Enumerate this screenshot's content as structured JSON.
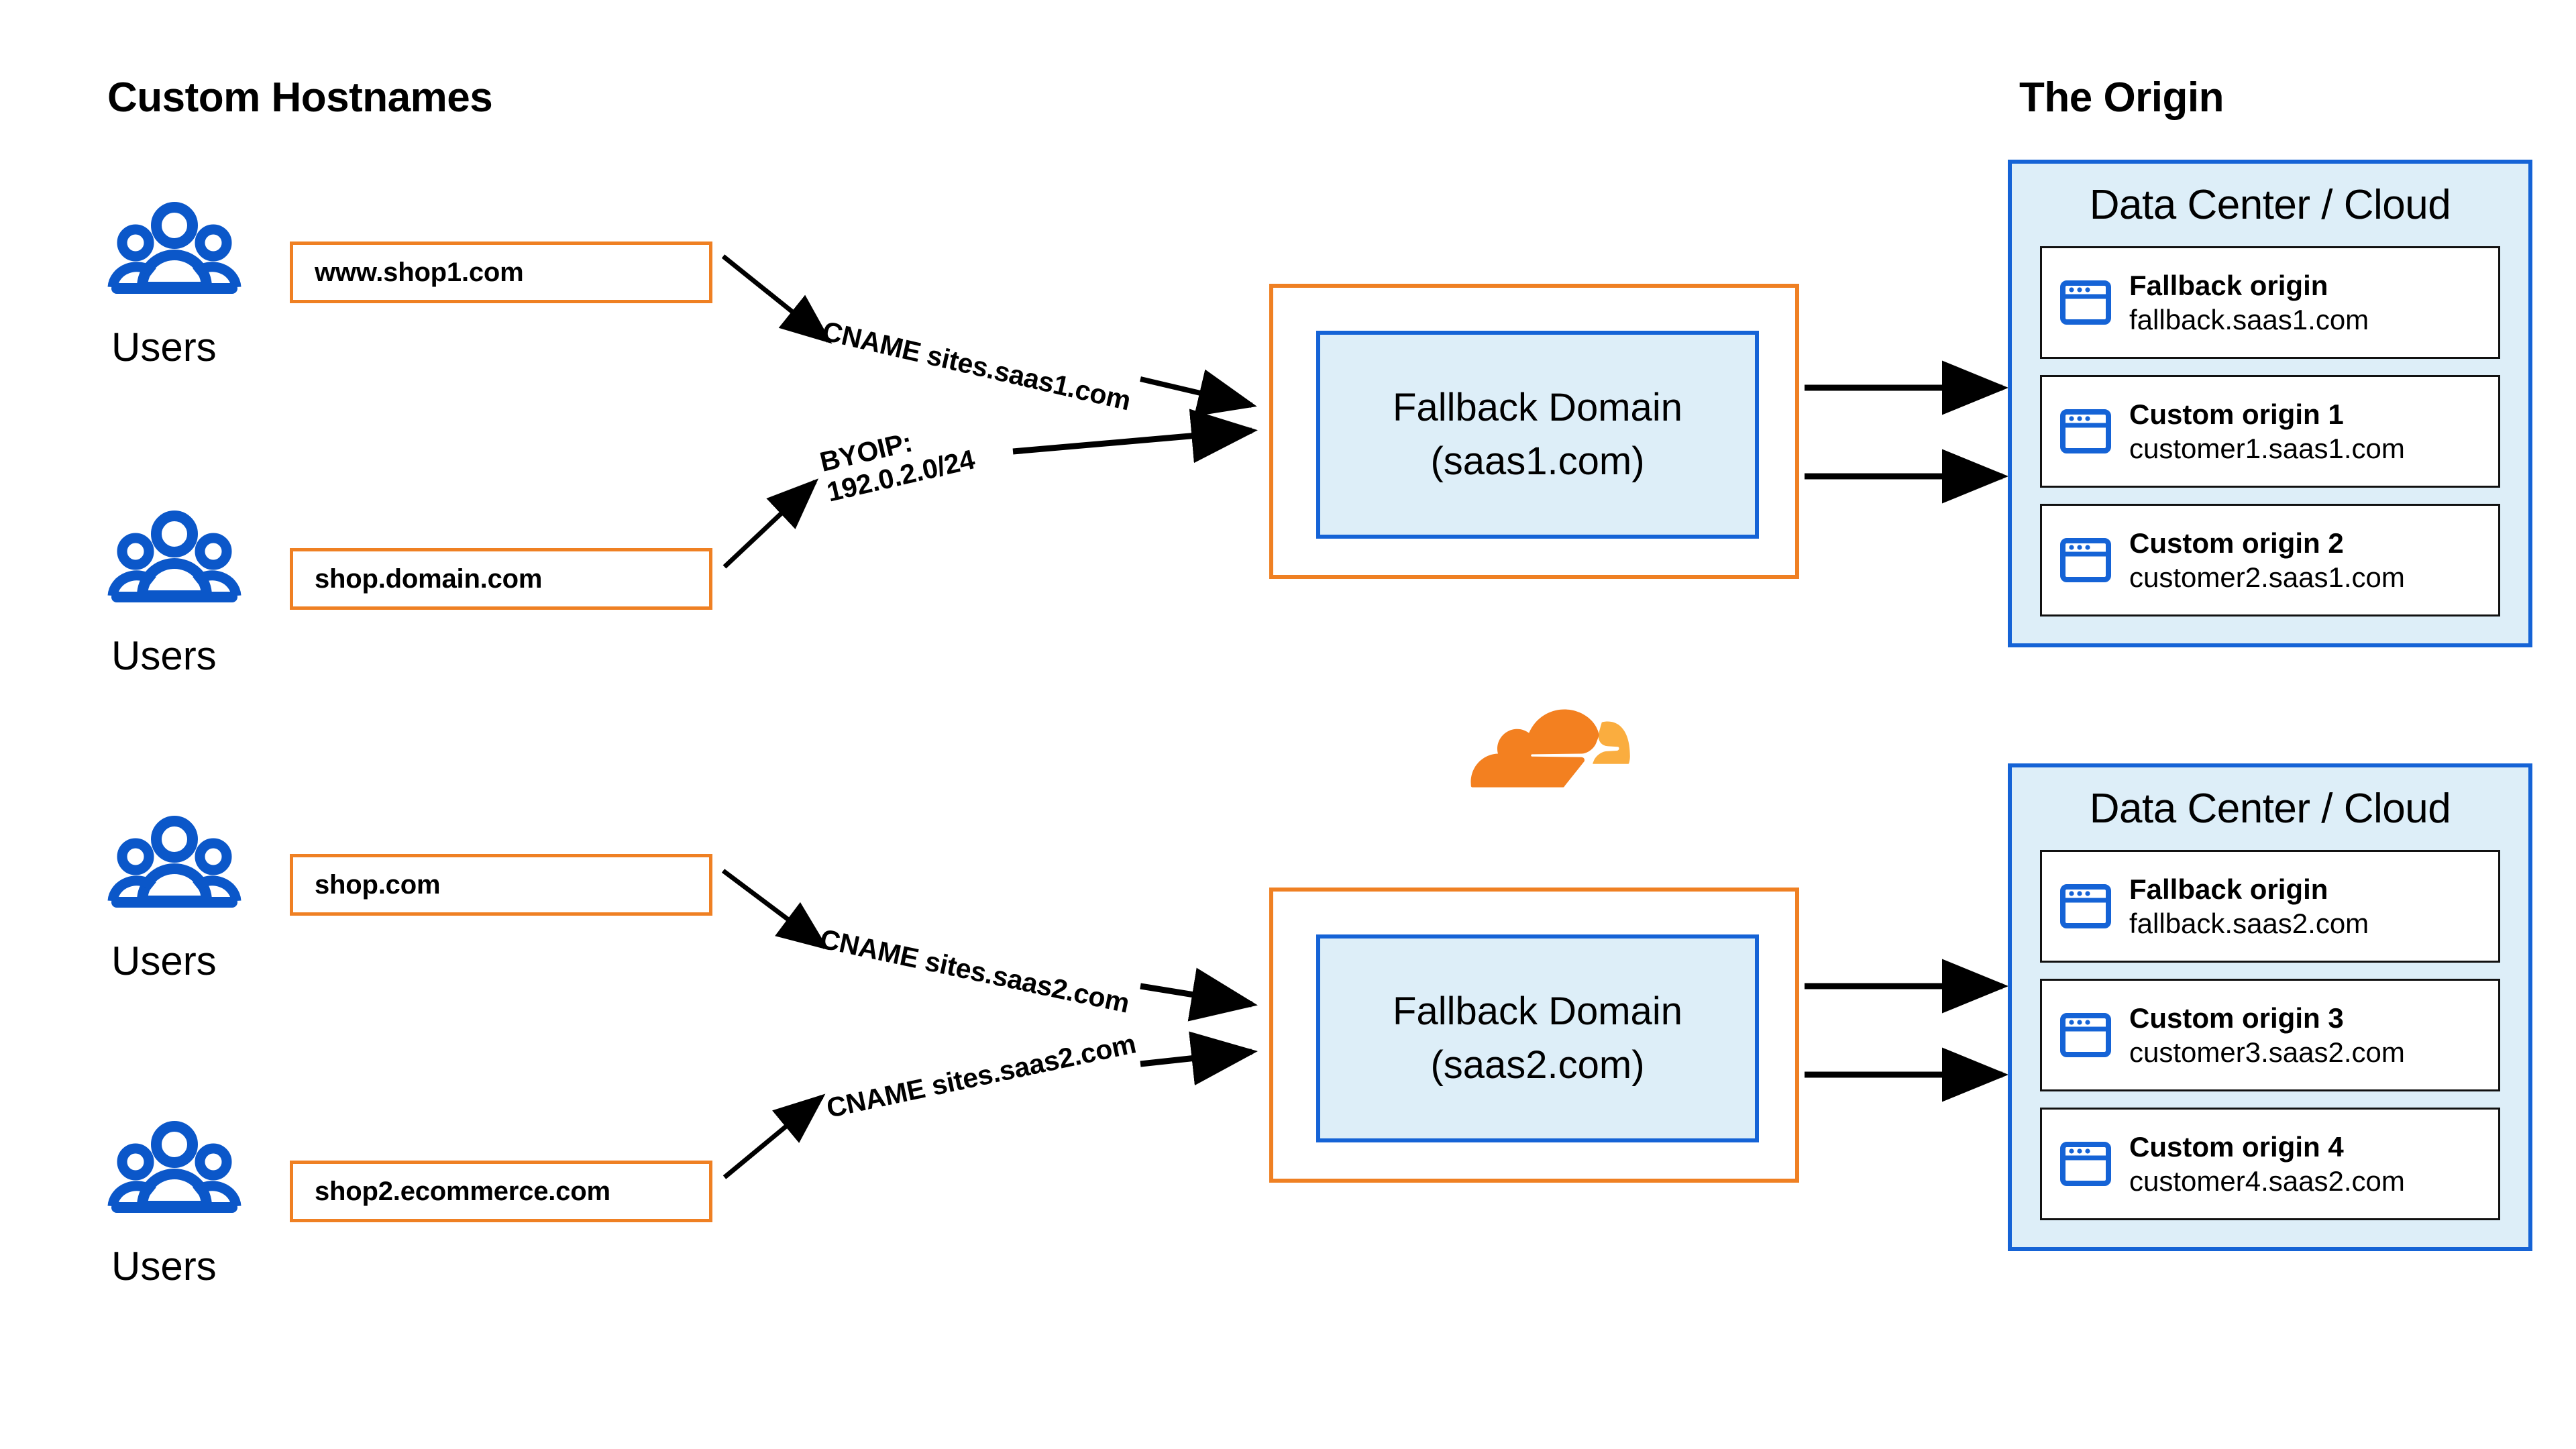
{
  "headings": {
    "left": "Custom Hostnames",
    "right": "The Origin"
  },
  "user_groups": [
    {
      "label": "Users",
      "icon": "users-group-icon"
    },
    {
      "label": "Users",
      "icon": "users-group-icon"
    },
    {
      "label": "Users",
      "icon": "users-group-icon"
    },
    {
      "label": "Users",
      "icon": "users-group-icon"
    }
  ],
  "hostnames": [
    {
      "value": "www.shop1.com"
    },
    {
      "value": "shop.domain.com"
    },
    {
      "value": "shop.com"
    },
    {
      "value": "shop2.ecommerce.com"
    }
  ],
  "edge_labels": [
    {
      "text": "CNAME sites.saas1.com"
    },
    {
      "line1": "BYOIP:",
      "line2": "192.0.2.0/24"
    },
    {
      "text": "CNAME sites.saas2.com"
    },
    {
      "text": "CNAME sites.saas2.com"
    }
  ],
  "fallback_domains": [
    {
      "title": "Fallback Domain",
      "domain": "(saas1.com)"
    },
    {
      "title": "Fallback Domain",
      "domain": "(saas2.com)"
    }
  ],
  "origin_panels": [
    {
      "title": "Data Center / Cloud",
      "cards": [
        {
          "name": "Fallback origin",
          "host": "fallback.saas1.com",
          "icon": "browser-window-icon"
        },
        {
          "name": "Custom origin 1",
          "host": "customer1.saas1.com",
          "icon": "browser-window-icon"
        },
        {
          "name": "Custom origin 2",
          "host": "customer2.saas1.com",
          "icon": "browser-window-icon"
        }
      ]
    },
    {
      "title": "Data Center / Cloud",
      "cards": [
        {
          "name": "Fallback origin",
          "host": "fallback.saas2.com",
          "icon": "browser-window-icon"
        },
        {
          "name": "Custom origin 3",
          "host": "customer3.saas2.com",
          "icon": "browser-window-icon"
        },
        {
          "name": "Custom origin 4",
          "host": "customer4.saas2.com",
          "icon": "browser-window-icon"
        }
      ]
    }
  ],
  "logo": {
    "name": "cloudflare-logo",
    "color_primary": "#F38020",
    "color_secondary": "#FAAD3F"
  },
  "colors": {
    "orange_border": "#ef8023",
    "blue_border": "#1563d6",
    "panel_fill": "#ddeef8",
    "icon_blue": "#0b57c9",
    "arrow": "#000000",
    "text": "#000000"
  }
}
